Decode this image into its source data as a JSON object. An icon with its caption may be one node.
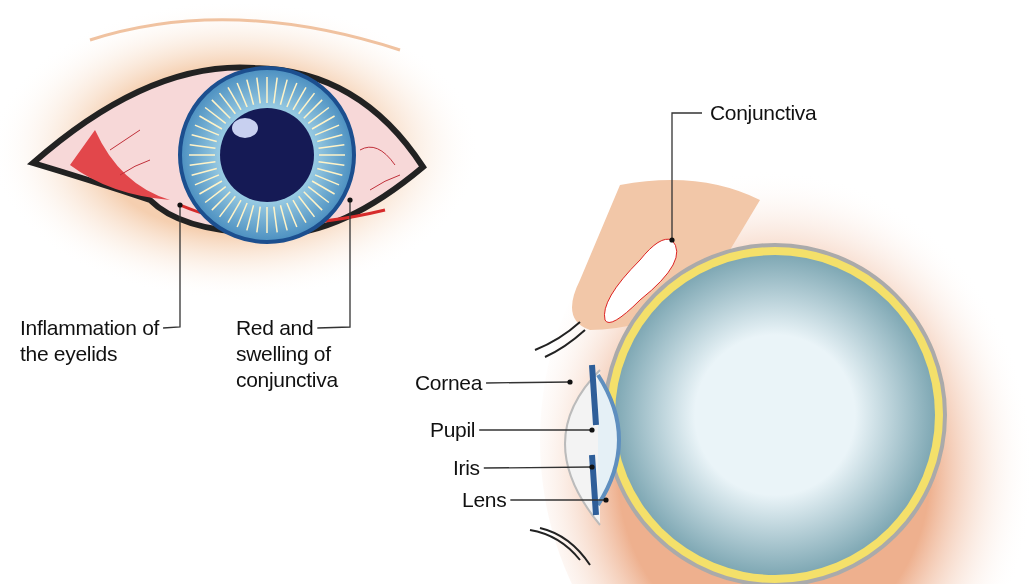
{
  "diagram": {
    "nodes": [
      {
        "text": [
          "Inflammation of the eyelids"
        ]
      },
      {
        "text": [
          "Red and swelling of conjunctiva"
        ]
      },
      {
        "text": [
          "Conjunctiva"
        ]
      },
      {
        "text": [
          "Cornea"
        ]
      },
      {
        "text": [
          "Pupil"
        ]
      },
      {
        "text": [
          "Iris"
        ]
      },
      {
        "text": [
          "Lens"
        ]
      }
    ],
    "edges": [
      {
        "from": 0,
        "to": null,
        "arrow": "other"
      },
      {
        "from": 1,
        "to": null,
        "arrow": "other"
      },
      {
        "from": 2,
        "to": null,
        "arrow": "other"
      },
      {
        "from": 3,
        "to": null,
        "arrow": "other"
      },
      {
        "from": 4,
        "to": null,
        "arrow": "other"
      },
      {
        "from": 5,
        "to": null,
        "arrow": "other"
      },
      {
        "from": 6,
        "to": null,
        "arrow": "other"
      }
    ]
  }
}
